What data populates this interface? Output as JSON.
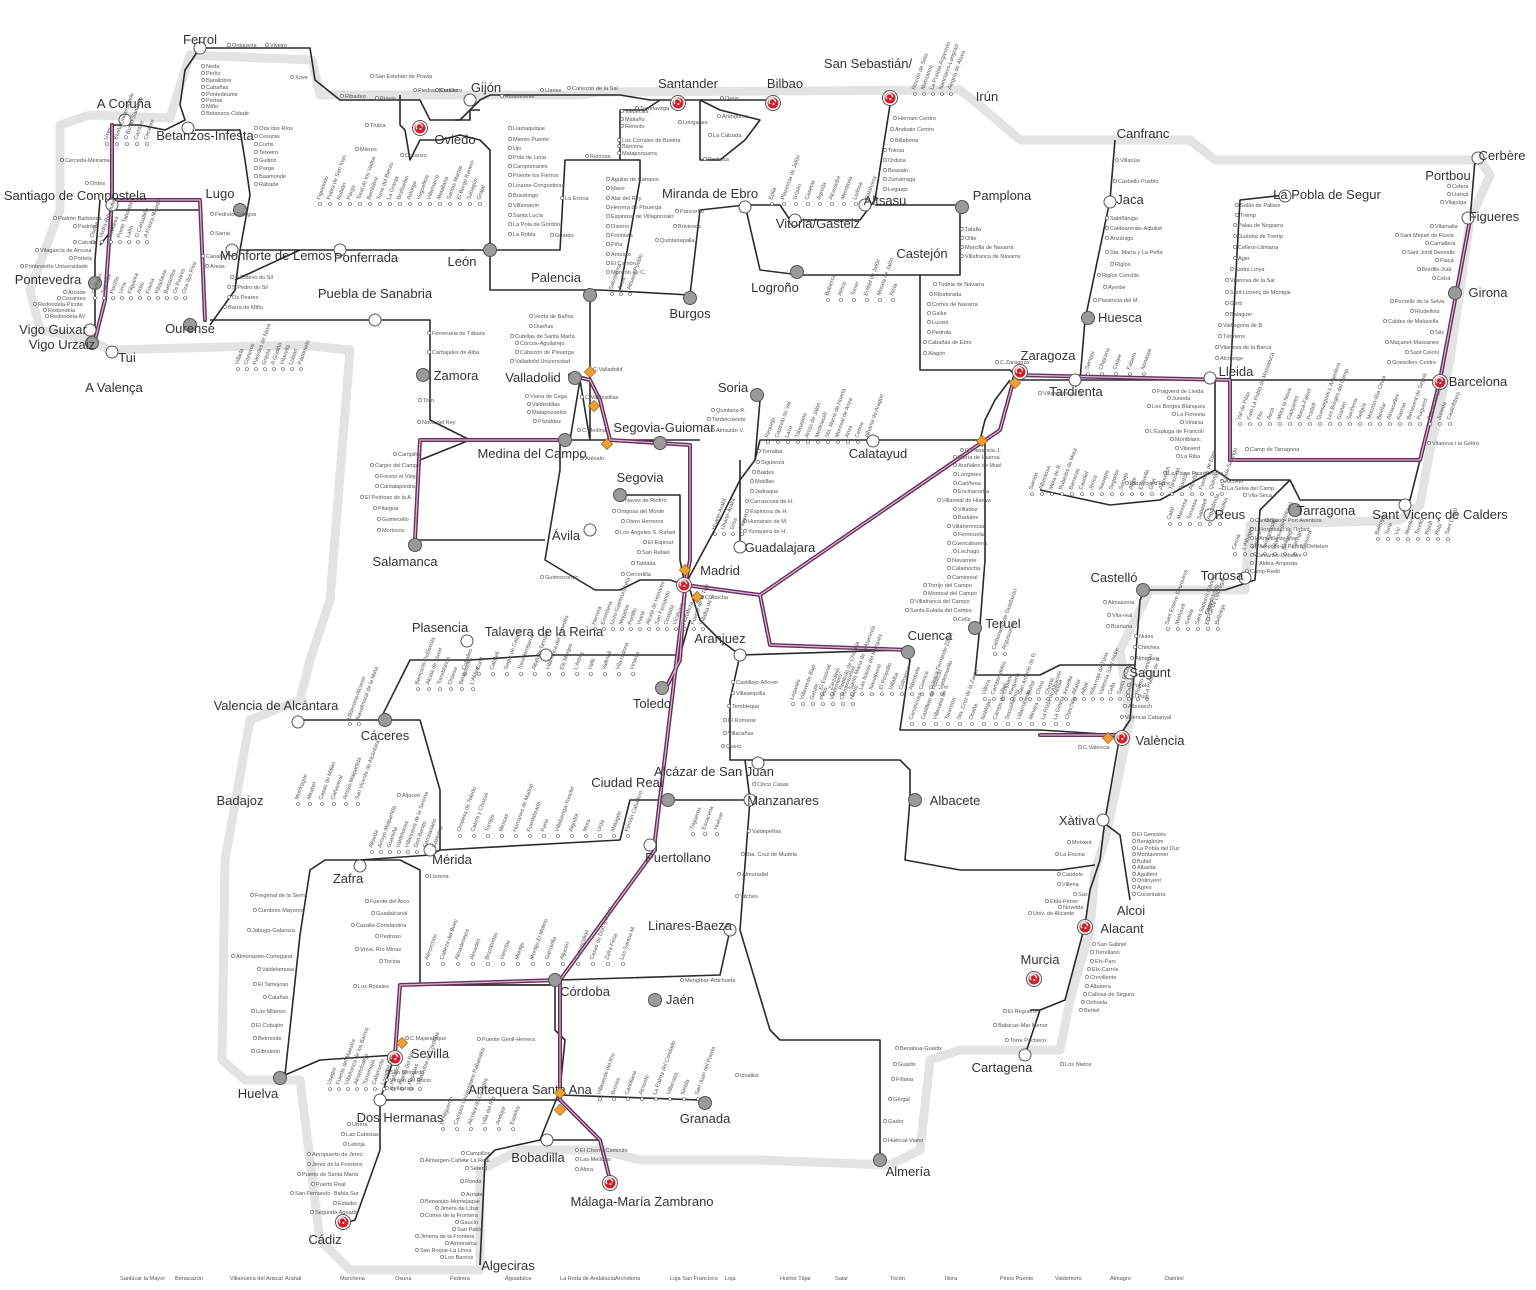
{
  "colors": {
    "border": "#e3e3e3",
    "line": "#2a2a2a",
    "highspeed": "#6b2d5c",
    "highspeed_inner": "#b48aa8",
    "major_station": "#9a9a9a",
    "hub_ring": "#d0202b",
    "interchange": "#f0a030"
  },
  "icons": {
    "hub": "train-hub-icon",
    "interchange": "interchange-diamond-icon"
  },
  "major_stations": [
    {
      "name": "A Coruña"
    },
    {
      "name": "Ferrol"
    },
    {
      "name": "Betanzos-Infesta"
    },
    {
      "name": "Santiago de Compostela"
    },
    {
      "name": "Lugo"
    },
    {
      "name": "Pontevedra"
    },
    {
      "name": "Vigo Guixar"
    },
    {
      "name": "Vigo Urzaiz"
    },
    {
      "name": "Tui"
    },
    {
      "name": "A Valença"
    },
    {
      "name": "Ourense"
    },
    {
      "name": "Monforte de Lemos"
    },
    {
      "name": "Ponferrada"
    },
    {
      "name": "Puebla de Sanabria"
    },
    {
      "name": "Zamora"
    },
    {
      "name": "Gijón"
    },
    {
      "name": "Oviedo"
    },
    {
      "name": "León"
    },
    {
      "name": "Palencia"
    },
    {
      "name": "Valladolid"
    },
    {
      "name": "Medina del Campo"
    },
    {
      "name": "Salamanca"
    },
    {
      "name": "Ávila"
    },
    {
      "name": "Segovia"
    },
    {
      "name": "Segovia-Guiomar"
    },
    {
      "name": "Santander"
    },
    {
      "name": "Bilbao"
    },
    {
      "name": "Burgos"
    },
    {
      "name": "Miranda de Ebro"
    },
    {
      "name": "Vitoria/Gasteiz"
    },
    {
      "name": "Logroño"
    },
    {
      "name": "San Sebastián/ Donostia"
    },
    {
      "name": "Irún"
    },
    {
      "name": "Altsasu"
    },
    {
      "name": "Pamplona"
    },
    {
      "name": "Castejón"
    },
    {
      "name": "Soria"
    },
    {
      "name": "Guadalajara"
    },
    {
      "name": "Calatayud"
    },
    {
      "name": "Zaragoza"
    },
    {
      "name": "Huesca"
    },
    {
      "name": "Canfranc"
    },
    {
      "name": "Jaca"
    },
    {
      "name": "Tardienta"
    },
    {
      "name": "Lleida"
    },
    {
      "name": "Barcelona"
    },
    {
      "name": "Girona"
    },
    {
      "name": "Figueres"
    },
    {
      "name": "Cerbère"
    },
    {
      "name": "Portbou"
    },
    {
      "name": "La Pobla de Segur"
    },
    {
      "name": "Tarragona"
    },
    {
      "name": "Reus"
    },
    {
      "name": "Tortosa"
    },
    {
      "name": "Sant Vicenç de Calders"
    },
    {
      "name": "Madrid"
    },
    {
      "name": "Toledo"
    },
    {
      "name": "Cuenca"
    },
    {
      "name": "Teruel"
    },
    {
      "name": "Castelló"
    },
    {
      "name": "València"
    },
    {
      "name": "Sagunt"
    },
    {
      "name": "Xàtiva"
    },
    {
      "name": "Alacant"
    },
    {
      "name": "Alcoi"
    },
    {
      "name": "Murcia"
    },
    {
      "name": "Cartagena"
    },
    {
      "name": "Albacete"
    },
    {
      "name": "Cáceres"
    },
    {
      "name": "Plasencia"
    },
    {
      "name": "Badajoz"
    },
    {
      "name": "Mérida"
    },
    {
      "name": "Zafra"
    },
    {
      "name": "Ciudad Real"
    },
    {
      "name": "Puertollano"
    },
    {
      "name": "Manzanares"
    },
    {
      "name": "Alcázar de San Juan"
    },
    {
      "name": "Aranjuez"
    },
    {
      "name": "Linares-Baeza"
    },
    {
      "name": "Jaén"
    },
    {
      "name": "Córdoba"
    },
    {
      "name": "Sevilla"
    },
    {
      "name": "Huelva"
    },
    {
      "name": "Dos Hermanas"
    },
    {
      "name": "Cádiz"
    },
    {
      "name": "Granada"
    },
    {
      "name": "Almería"
    },
    {
      "name": "Málaga-María Zambrano"
    },
    {
      "name": "Bobadilla"
    },
    {
      "name": "Algeciras"
    },
    {
      "name": "Antequera Santa Ana"
    },
    {
      "name": "Talavera de la Reina"
    },
    {
      "name": "Valencia de Alcántara"
    }
  ],
  "minor_stations": [
    "Ortigueira",
    "Viveiro",
    "Neda",
    "Perlío",
    "Barallobre",
    "Cabañas",
    "Pontedeume",
    "Porbai",
    "Miño",
    "Betanzos-Cidade",
    "Xove",
    "Ribadeo",
    "San Esteban de Pravia",
    "Pravia",
    "Piedras Blancas",
    "Cudillero",
    "Trubia",
    "Mieres",
    "Collanzo",
    "Ribadesella",
    "Cabezón de la Sal",
    "Llanes",
    "Torrelavega",
    "Liérganes",
    "Orejo",
    "Aranguren",
    "La Calzada",
    "Cerceda-Meirama",
    "Ordes",
    "Padrón Barbanza",
    "Padrón",
    "Catoira",
    "Vilagarcía de Arousa",
    "Portela",
    "Pontevedra Universidade",
    "Arcade",
    "Cesantes",
    "Redondela-Picota",
    "Redondela",
    "Redondela AV",
    "Pedrelo-Celtigos",
    "Sarria",
    "Canabal",
    "Areas",
    "S.Estevo do Sil",
    "S.Pedro do Sil",
    "Os Peares",
    "Barra de Miño",
    "Oza dos Ríos",
    "Cesuras",
    "Curtis",
    "Teixeiro",
    "Guitiriz",
    "Parga",
    "Baamonde",
    "Rábade",
    "Llamaquique",
    "Mieres Puente",
    "Ujo",
    "Pola de Lena",
    "Campomanes",
    "Puente los Fierros",
    "Linares-Congostinas",
    "Busdongo",
    "Villamanín",
    "Santa Lucía",
    "La Pola de Gordón",
    "La Robla",
    "Guardo",
    "La Ercina",
    "Reinosa",
    "Valdecilla",
    "Maliaño",
    "Renedo",
    "Los Corrales de Buelna",
    "Bárcena",
    "Mataporquera",
    "Aguilar de Campoo",
    "Mave",
    "Alar del Rey",
    "Herrera de Pisuerga",
    "Espinosa de Villagonzalo",
    "Osorno",
    "Frómista",
    "Piña",
    "Amusco",
    "El Carrión",
    "Monzón de C.",
    "Pedrosa",
    "Pancorbo",
    "Briviesca",
    "Quintanapalla",
    "Venta de Baños",
    "Dueñas",
    "Cubillas de Santa Marta",
    "Corcos-Aguilarejo",
    "Cabezón de Pisuerga",
    "Valladolid Universidad",
    "C.Valladolid",
    "Viana de Cega",
    "Valdestillas",
    "Matapozuelos",
    "Pozaldez",
    "C.Valdestillas",
    "C.Medina",
    "Arévalo",
    "Campillo",
    "Carpio del Campo",
    "Fresno el Viejo",
    "Cantalapiedra",
    "El Pedroso de la A.",
    "Pitiegua",
    "Gomecello",
    "Moriscos",
    "Ferreruela de Tábara",
    "Carbajales de Alba",
    "Toro",
    "Nava del Rey",
    "Naves de Riofrío",
    "Ortigosa del Monte",
    "Otero Herreros",
    "Los Ángeles S. Rafael",
    "El Espinar",
    "San Rafael",
    "Tablada",
    "Cercedilla",
    "Guimorcondo",
    "Hernani Centro",
    "Andoain Centro",
    "Billabona",
    "Tolosa",
    "Ordizia",
    "Beasain",
    "Zumárraga",
    "Legazpi",
    "Tafalla",
    "Olite",
    "Marcilla de Navarra",
    "Villafranca de Navarra",
    "Tudela de Navarra",
    "Ribaforada",
    "Cortes de Navarra",
    "Gallur",
    "Luceni",
    "Pedrola",
    "Cabañas de Ebro",
    "Alagón",
    "Quintana R.",
    "Tardelcuende",
    "Almazán V.",
    "Torralba",
    "Sigüenza",
    "Baides",
    "Matillas",
    "Jadraque",
    "Carrascosa de H.",
    "Espinosa de H.",
    "Humanes de M.",
    "Yunquera de H.",
    "Arcos de Jalón",
    "C.Plasencia J.",
    "María de Huerva",
    "Arañales de Muel",
    "Longares",
    "Cariñena",
    "Encinacorba",
    "Villarreal de Huerva",
    "Villadoz",
    "Badules",
    "Villahermosa",
    "Ferreruela",
    "Cuencabuena",
    "Lechago",
    "Navarrete",
    "Calamocha",
    "Caminreal",
    "Torrijo del Campo",
    "Monreal del Campo",
    "Villafranca del Campo",
    "Santa Eulalia del Campo",
    "Cella",
    "C.Zaragoza",
    "Villanueva de G.",
    "Villanúa",
    "Castiello Pueblo",
    "Sabiñánigo",
    "Caldearenas-Aquilué",
    "Anzánigo",
    "Sta. María y La Peña",
    "Riglos",
    "Riglos Concilio",
    "Ayerbe",
    "Plasencia del M.",
    "Salàs de Pallars",
    "Tremp",
    "Palau de Noguera",
    "Guàrdia de Tremp",
    "Cellers-Llimiana",
    "Àger",
    "Santa Linya",
    "Vilanova de la Sal",
    "Sant Llorenç de Montgai",
    "Gerb",
    "Balaguer",
    "Vallfogona de B.",
    "Térmens",
    "Vilanova de la Barca",
    "Alcoletge",
    "Puigverd de Lleida",
    "Juneda",
    "Les Borges Blanques",
    "La Floresta",
    "Vinaixa",
    "L'Espluga de Francolí",
    "Montblanc",
    "Vilaverd",
    "La Riba",
    "Alcover",
    "La Selva del Camp",
    "Vila-Seca",
    "Camp de Tarragona",
    "Riba-roja d'Ebre",
    "La Plana Picamoixons",
    "Vilamalla",
    "Sant Miquel de Fluvià",
    "Camallera",
    "Sant Jordi Desvalls",
    "Flaçà",
    "Bordils-Juià",
    "Celrà",
    "Colera",
    "Llançà",
    "Vilajuïga",
    "Fornells de la Selva",
    "Riudellots",
    "Caldes de Malavella",
    "Sils",
    "Maçanet-Massanes",
    "Sant Celoni",
    "Granollers Centre",
    "Vilanova i la Geltrú",
    "Cambrils",
    "Salou- Port Aventura",
    "L'Hospitalet de l'Infant",
    "L'Ametlla de Mar",
    "L'Ampolla-El Perelló-Deltebre",
    "Camarles-Deltebre",
    "L'Aldea-Amposta",
    "Camp-Redó",
    "Almassora",
    "Vila-real",
    "Burriana",
    "Nules",
    "Chilches",
    "Almenara",
    "Puçol",
    "El Puig",
    "Albuixech",
    "València Cabanyal",
    "C.València",
    "Aranjuez",
    "Castillejo-Añover",
    "Villasequilla",
    "Tembleque",
    "El Romeral",
    "Villacañas",
    "Quero",
    "Cinco Casas",
    "Valdepeñas",
    "Sta. Cruz de Mudela",
    "Almuradiel",
    "Vilches",
    "C.Atocha",
    "Moixent",
    "La Encina",
    "Caudete",
    "Villena",
    "Sax",
    "Elda-Petrer",
    "Novelda",
    "Univ. de Alicante",
    "El Genovés",
    "Benigànim",
    "La Pobla del Duc",
    "Montaverner",
    "Bufalí",
    "Albaida",
    "Agullent",
    "Ontinyent",
    "Agres",
    "Cocentaina",
    "San Gabriel",
    "Torrellano",
    "Elx-Parc",
    "Elx-Carrús",
    "Crevillente",
    "Albatera",
    "Callosa de Segura",
    "Orihuela",
    "Beniel",
    "El Reguerón",
    "Balsicas-Mar Menor",
    "Torre Pacheco",
    "Los Nietos",
    "Mengíbar-Artichuela",
    "Benahua-Guadix",
    "Guadix",
    "Fiñana",
    "Gérgal",
    "Gador",
    "Huércal-Viator",
    "Iznalloz",
    "Puente Genil-Herrera",
    "C.Majarabique",
    "Los Rosales",
    "San Bernardo",
    "Virgen del Rocío",
    "Bellavista",
    "Utrera",
    "Las Cabezas",
    "Lebrija",
    "Aeropuerto de Jerez",
    "Jerez de la Frontera",
    "Puerto de Santa María",
    "Puerto Real",
    "San Fernando- Bahía Sur",
    "Estadio",
    "Segunda Aguada",
    "Fregenal de la Sierra",
    "Cumbres Mayores",
    "Jabugo-Galaroza",
    "Almonaster-Cortegana",
    "Valdelamusa",
    "El Tamujoso",
    "Calañas",
    "Los Milanos",
    "El Cobujón",
    "Belmonte",
    "Gibraleón",
    "Fuente del Arco",
    "Guadalcanal",
    "Cazalla-Constantina",
    "Pedroso",
    "Vnva. Río Minas",
    "Tocina",
    "Llerena",
    "Aljucen",
    "Campillos",
    "Almargen-Cañete La Real",
    "Setenil",
    "Ronda",
    "Arriate",
    "Benaoján-Montejaque",
    "Jimera de Líbar",
    "Cortes de la Frontera",
    "Gaucín",
    "San Pablo",
    "Jimena de la Frontera",
    "Almoraima",
    "San Roque-La Línea",
    "Los Barrios",
    "El Chorro-Caminito",
    "Las Mellizas",
    "Álora"
  ],
  "rotated_stations": [
    "Uxes",
    "Elviña Universidade",
    "O Burgo-Santiago",
    "Cambre",
    "Cecebre",
    "Osebe",
    "Vedra-Ribadulla",
    "Bandeira",
    "Ponte Taboada",
    "Lalín",
    "O Carballiño",
    "A Frieira Maside",
    "Guillarei",
    "Salceda",
    "Porriño",
    "Uma",
    "Filgueira",
    "Arbo",
    "Frieira",
    "Ribadavia",
    "Barbantes",
    "Os Peares",
    "Oza dos Ríos",
    "Figueirido",
    "Pobra de San Xiao",
    "Rubián",
    "Parga",
    "Toral de los Vados",
    "Bembibre",
    "Torre del Bierzo",
    "La Granja",
    "Brañuelas",
    "Astorga",
    "Veguellina",
    "Villamarco",
    "Matallana",
    "Santas Martas",
    "El Burgo Ranero",
    "Sahagún",
    "Grajal",
    "Villada",
    "Cisneros",
    "Paredes de Nava",
    "Grijota",
    "A Gudiña",
    "Vilavella",
    "Lubián",
    "Padornelo",
    "Requejo",
    "Castrelo do Val",
    "Laza",
    "Taboadela",
    "Arcos de Jalón",
    "Medinaceli",
    "Sta. María de Huerta",
    "Monreal de Ariza",
    "Ariza",
    "Cetina",
    "Alhama de Aragón",
    "Bubierca",
    "Ateca",
    "Terrer",
    "Embid de Jalón",
    "Morata de Jalón",
    "Ricla",
    "Épila",
    "Plasencia de Jalón",
    "Grisén",
    "Casetas",
    "Ágreda",
    "Alcanadre",
    "Mendavia",
    "Lodosa",
    "Calahorra",
    "Rincón de Soto",
    "Manzanos",
    "La Puebla Arganzón",
    "Nanclares-Langraiz",
    "Alegría de Álava",
    "Salvatierra",
    "Araia",
    "Altsasu Pueblo",
    "Huarte-Arakil",
    "Uharte-Arakil",
    "Gros",
    "Pasaia",
    "Herrera",
    "Errenteria",
    "Lezo-Gaintxurizketa",
    "Mojados",
    "Portillo",
    "Viana",
    "Alcalá de Henares",
    "San Fernando",
    "Coslada",
    "Vicálvaro",
    "Hortaleza",
    "Fuente de la Teja",
    "Villalba de G.",
    "El Escorial",
    "Zarzalejo",
    "Robledo de Chavela",
    "Santa María de la Alameda",
    "Las Navas del Marqués",
    "Navalperal",
    "El Pimpollo",
    "Villalba",
    "Colmenar",
    "Alpedrete",
    "Cuenca",
    "Cuenca Fernando Zóbel",
    "Valdemorillo",
    "Leganés",
    "Villaverde Bajo",
    "Getafe",
    "Pinto",
    "Valdemoro",
    "Ciempozuelos",
    "Huete",
    "Carrascosa",
    "Castillejo de Robledo",
    "Villarubia de S.",
    "Tarancón",
    "Sta. Cruz de la Zarza",
    "Ocaña",
    "Noblejas",
    "Campo de Criptana",
    "Socuéllamos",
    "Villarrobledo",
    "Minaya",
    "La Roda de Albacete",
    "La Gineta",
    "Chinchilla",
    "Carboneras de Guadazón",
    "Arguisuelas",
    "Villora",
    "Camporrobles",
    "Utiel",
    "Requena",
    "San Antonio de R.",
    "Buñol",
    "Chiva",
    "Cheste",
    "Aldaia",
    "Xirivella",
    "Alfafar",
    "Albal",
    "Riba-roja de Túria",
    "Valencia Sant Isidre",
    "Cella",
    "Santa Eulalia",
    "Caudé",
    "Puerto Escandón",
    "La Puebla de V.",
    "Sarrión",
    "Albentosa",
    "Mora de R.",
    "Rubielos de Mora",
    "Barracas",
    "Caudiel",
    "Jérica",
    "Navajas",
    "Segorbe",
    "Soneja",
    "Algar",
    "Estivella",
    "Gilet",
    "Albuixech",
    "Tarazona",
    "Bordón",
    "Alcañiz",
    "Fuentes de Ebro",
    "Quinto",
    "La Zaida-Sástago",
    "Samper",
    "Chiprana",
    "Caspe",
    "Fabara",
    "Nonaspe",
    "Val de Pilas",
    "Faió-La Pobla de Massaluca",
    "Flix",
    "Ascó",
    "Móra la Nova",
    "Capçanes",
    "Marçà-Falset",
    "Pradell",
    "Duesaigües-L'Argentera",
    "Les Borges del Camp",
    "Grañén",
    "Sariñena",
    "Selgua",
    "Monzón-Río Cinca",
    "Binéfar",
    "Almacelles",
    "Raimat",
    "Benavent de Segrià",
    "Puigverd",
    "Artesa de Lleida",
    "Juneda",
    "Castelldans",
    "Cervià",
    "L'Albagés",
    "Sarroca",
    "Torregrossa",
    "Vilanova de Bellpuig",
    "Bellpuig",
    "Tàrrega",
    "Cervera",
    "Calaf",
    "Manresa",
    "Terrassa",
    "Sabadell",
    "Aiguafreda",
    "Centelles",
    "Balenyà",
    "Tona",
    "Vic",
    "Manlleu",
    "Torelló",
    "Ripoll",
    "Rubí",
    "Sant Cugat",
    "Sant Esteve Sesrovires",
    "Martorell",
    "Gelida",
    "Sant Sadurní d'Anoia",
    "El Prat de Llobregat",
    "Bellvitge",
    "Castelldefels",
    "Sitges",
    "Cubelles",
    "Cunit",
    "Calafell",
    "Segur de Calafell",
    "Torredembarra",
    "Altafulla-Tamarit",
    "Vilafranca del Penedès",
    "Els Monjos",
    "L'Arboç",
    "Valls",
    "Vallmoll",
    "Vila-rodona",
    "Vinaròs",
    "Benicarló-Peñíscola",
    "Alcalà de Xivert",
    "Torreblanca",
    "Orpesa",
    "Benicàssim",
    "L'Aldea",
    "Ulldecona-Alcanar",
    "Navalmoral de la Mata",
    "Oropesa de Toledo",
    "Calera y Chozas",
    "Torrijos",
    "Illescas",
    "Humanes de Madrid",
    "Fuenlabrada",
    "Parla",
    "Villaluenga-Yuncler",
    "Algodor",
    "Mora",
    "Urda",
    "Malagón",
    "Fernán Caballero",
    "Monfragüe",
    "Mirabel",
    "Casas de Millán",
    "Cañaveral",
    "Arroyo-Malpartida",
    "San Vicente de Alcántara",
    "Aliseda",
    "Arroyo Malpartida",
    "Guareña",
    "Valdetorres",
    "Villanueva de la Serena",
    "Don Benito",
    "Campanario",
    "Castuera",
    "Almorchón",
    "Cabeza del Buey",
    "Almadenejos",
    "Almadén",
    "Brazatortas",
    "Veredas",
    "Montijo",
    "Montijo-El Molino",
    "Garrovilla",
    "Aljucén",
    "Carrascalejo",
    "Casas de Don Antonio",
    "Zafra Feria",
    "Los Santos M.",
    "Usagre",
    "Fuente del Maestre",
    "Villafranca de los Barros",
    "Almendralejo",
    "Torremejía",
    "Calamonte",
    "Lora del Río",
    "Peñaflor",
    "Palma del Río",
    "Posadas",
    "Villarrubia de Córdoba",
    "El Higuerón",
    "Campus Universitario Rabanales",
    "Alcolea de Córdoba",
    "Villa del Río",
    "Andújar",
    "Espeluy",
    "Villaverde del Río",
    "Brenes",
    "Cantillana",
    "Almonte",
    "La Palma del Condado",
    "Villarrasa",
    "Niebla",
    "San Juan del Puerto",
    "Trigueros",
    "Escacena",
    "Huévar",
    "Sanlúcar la Mayor",
    "Benacazón",
    "Villanueva del Ariscal",
    "Arahal",
    "Marchena",
    "Osuna",
    "Pedrera",
    "Aguadulce",
    "La Roda de Andalucía",
    "Archidona",
    "Loja San Francisco",
    "Loja",
    "Huétor Tájar",
    "Salar",
    "Tocón",
    "Illora",
    "Pinos Puente",
    "Valdemoro",
    "Almagro",
    "Daimiel"
  ]
}
